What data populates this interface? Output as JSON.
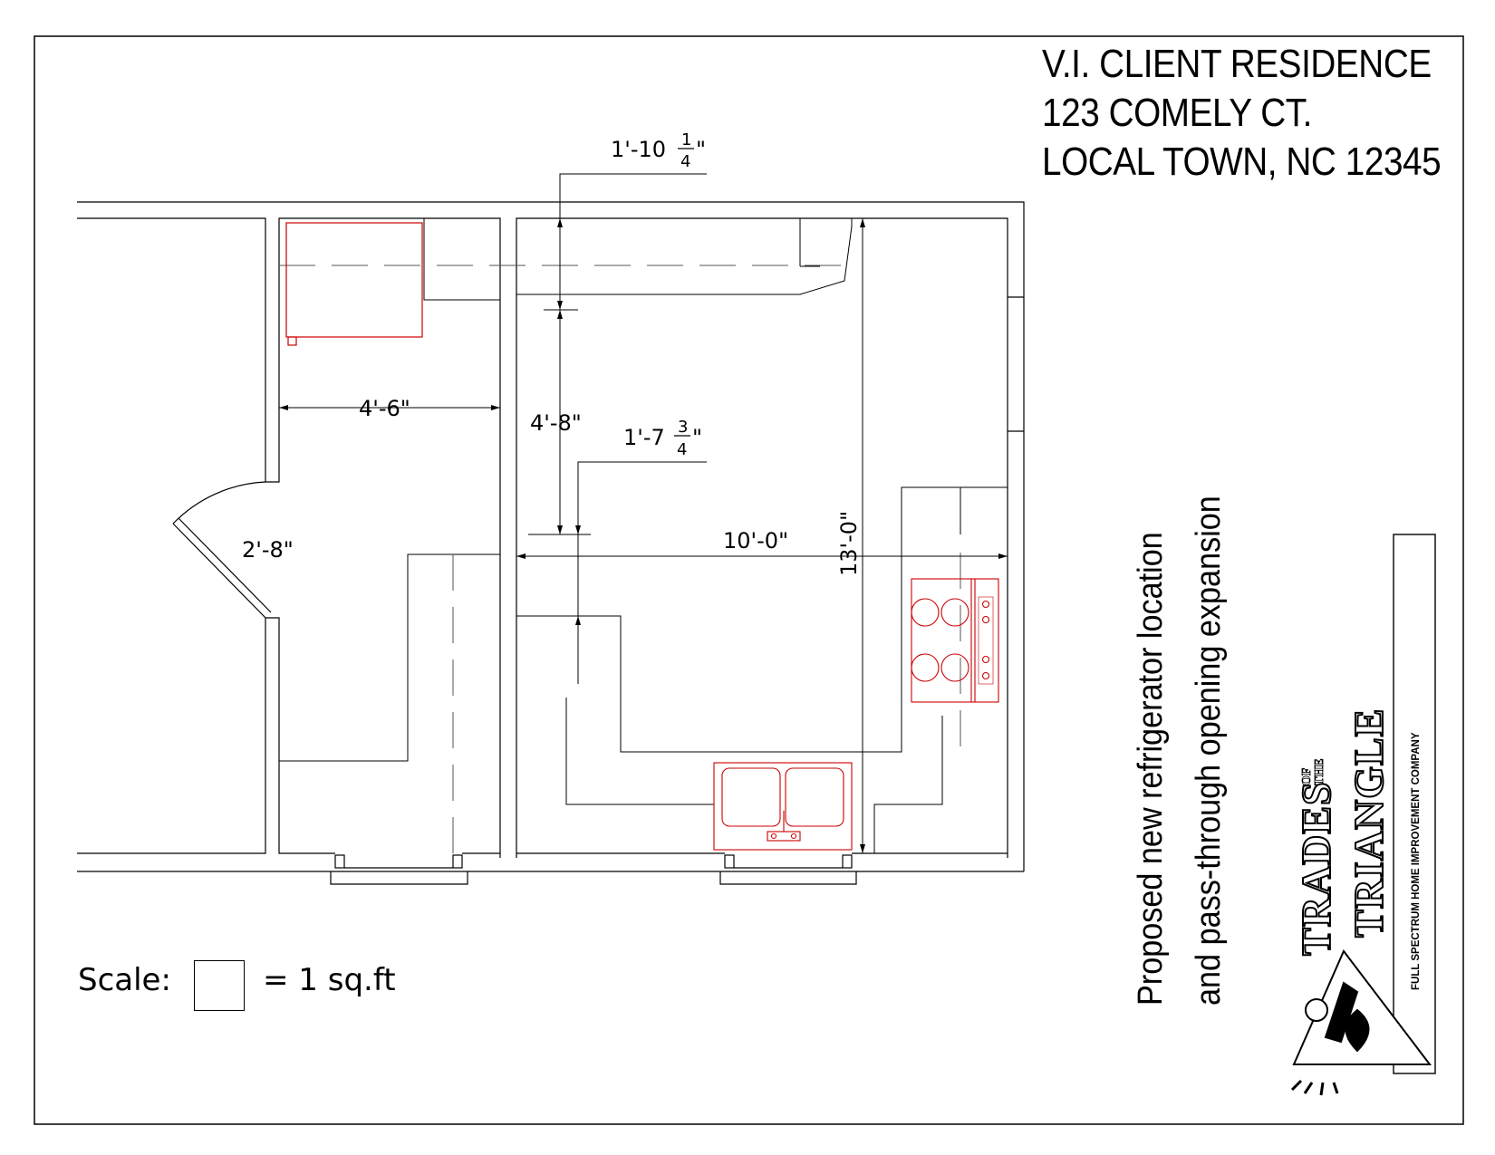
{
  "title": {
    "line1": "V.I. CLIENT RESIDENCE",
    "line2": "123 COMELY CT.",
    "line3": "LOCAL TOWN, NC 12345"
  },
  "dimensions": {
    "d_1_10": {
      "main": "1'-10",
      "num": "1",
      "den": "4",
      "tail": "\""
    },
    "d_4_6": "4'-6\"",
    "d_4_8": "4'-8\"",
    "d_1_7": {
      "main": "1'-7",
      "num": "3",
      "den": "4",
      "tail": "\""
    },
    "d_2_8": "2'-8\"",
    "d_10_0": "10'-0\"",
    "d_13_0": "13'-0\""
  },
  "scale": {
    "prefix": "Scale:",
    "suffix": "= 1 sq.ft"
  },
  "note": {
    "line1": "Proposed new refrigerator location",
    "line2": "and pass-through opening expansion"
  },
  "logo": {
    "word1": "TRADES",
    "of": "OF",
    "the": "THE",
    "word2": "TRIANGLE",
    "tagline": "FULL SPECTRUM HOME IMPROVEMENT COMPANY"
  },
  "colors": {
    "lines": "#000000",
    "appliances": "#cc0000",
    "dashed": "#555555"
  }
}
